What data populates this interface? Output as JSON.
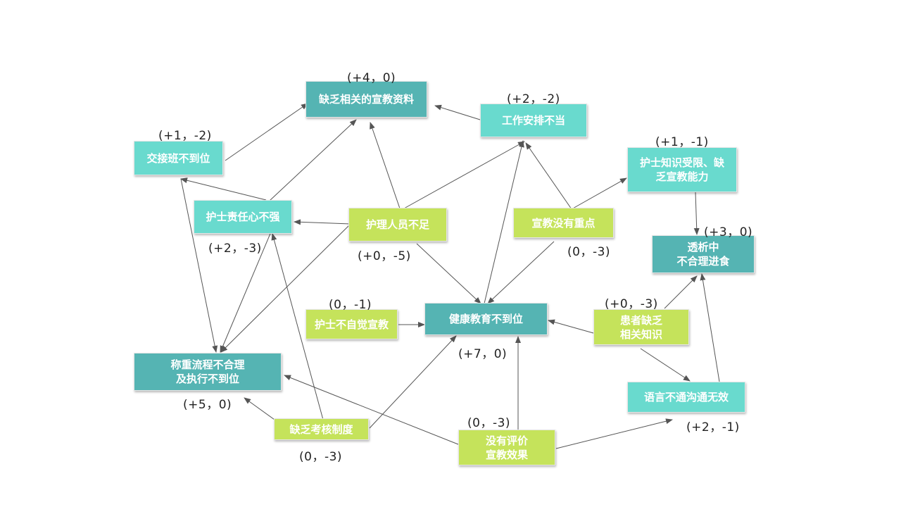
{
  "nodes": {
    "lack_materials": "缺乏相关的宣教资料",
    "work_arrangement": "工作安排不当",
    "handover": "交接班不到位",
    "nurse_knowledge": "护士知识受限、缺\n乏宣教能力",
    "nurse_responsibility": "护士责任心不强",
    "staff_shortage": "护理人员不足",
    "no_focus": "宣教没有重点",
    "dialysis_eating": "透析中\n不合理进食",
    "not_self_aware": "护士不自觉宣教",
    "health_education": "健康教育不到位",
    "patient_knowledge": "患者缺乏\n相关知识",
    "weighing_process": "称重流程不合理\n及执行不到位",
    "language": "语言不通沟通无效",
    "lack_assessment": "缺乏考核制度",
    "no_evaluation": "没有评价\n宣教效果"
  },
  "scores": {
    "lack_materials": "(+4，0)",
    "work_arrangement": "(+2，-2)",
    "handover": "(+1，-2)",
    "nurse_knowledge": "(+1，-1)",
    "nurse_responsibility": "(+2，-3)",
    "staff_shortage": "(+0，-5)",
    "no_focus": "(0，-3)",
    "dialysis_eating": "(+3，0)",
    "not_self_aware": "(0，-1)",
    "health_education": "(+7，0)",
    "patient_knowledge": "(+0，-3)",
    "weighing_process": "(+5，0)",
    "language": "(+2，-1)",
    "lack_assessment": "(0，-3)",
    "no_evaluation": "(0，-3)"
  },
  "colors": {
    "dark_teal": "#55b4b3",
    "light_teal": "#69dace",
    "green": "#c5e35b",
    "arrow": "#555555"
  }
}
